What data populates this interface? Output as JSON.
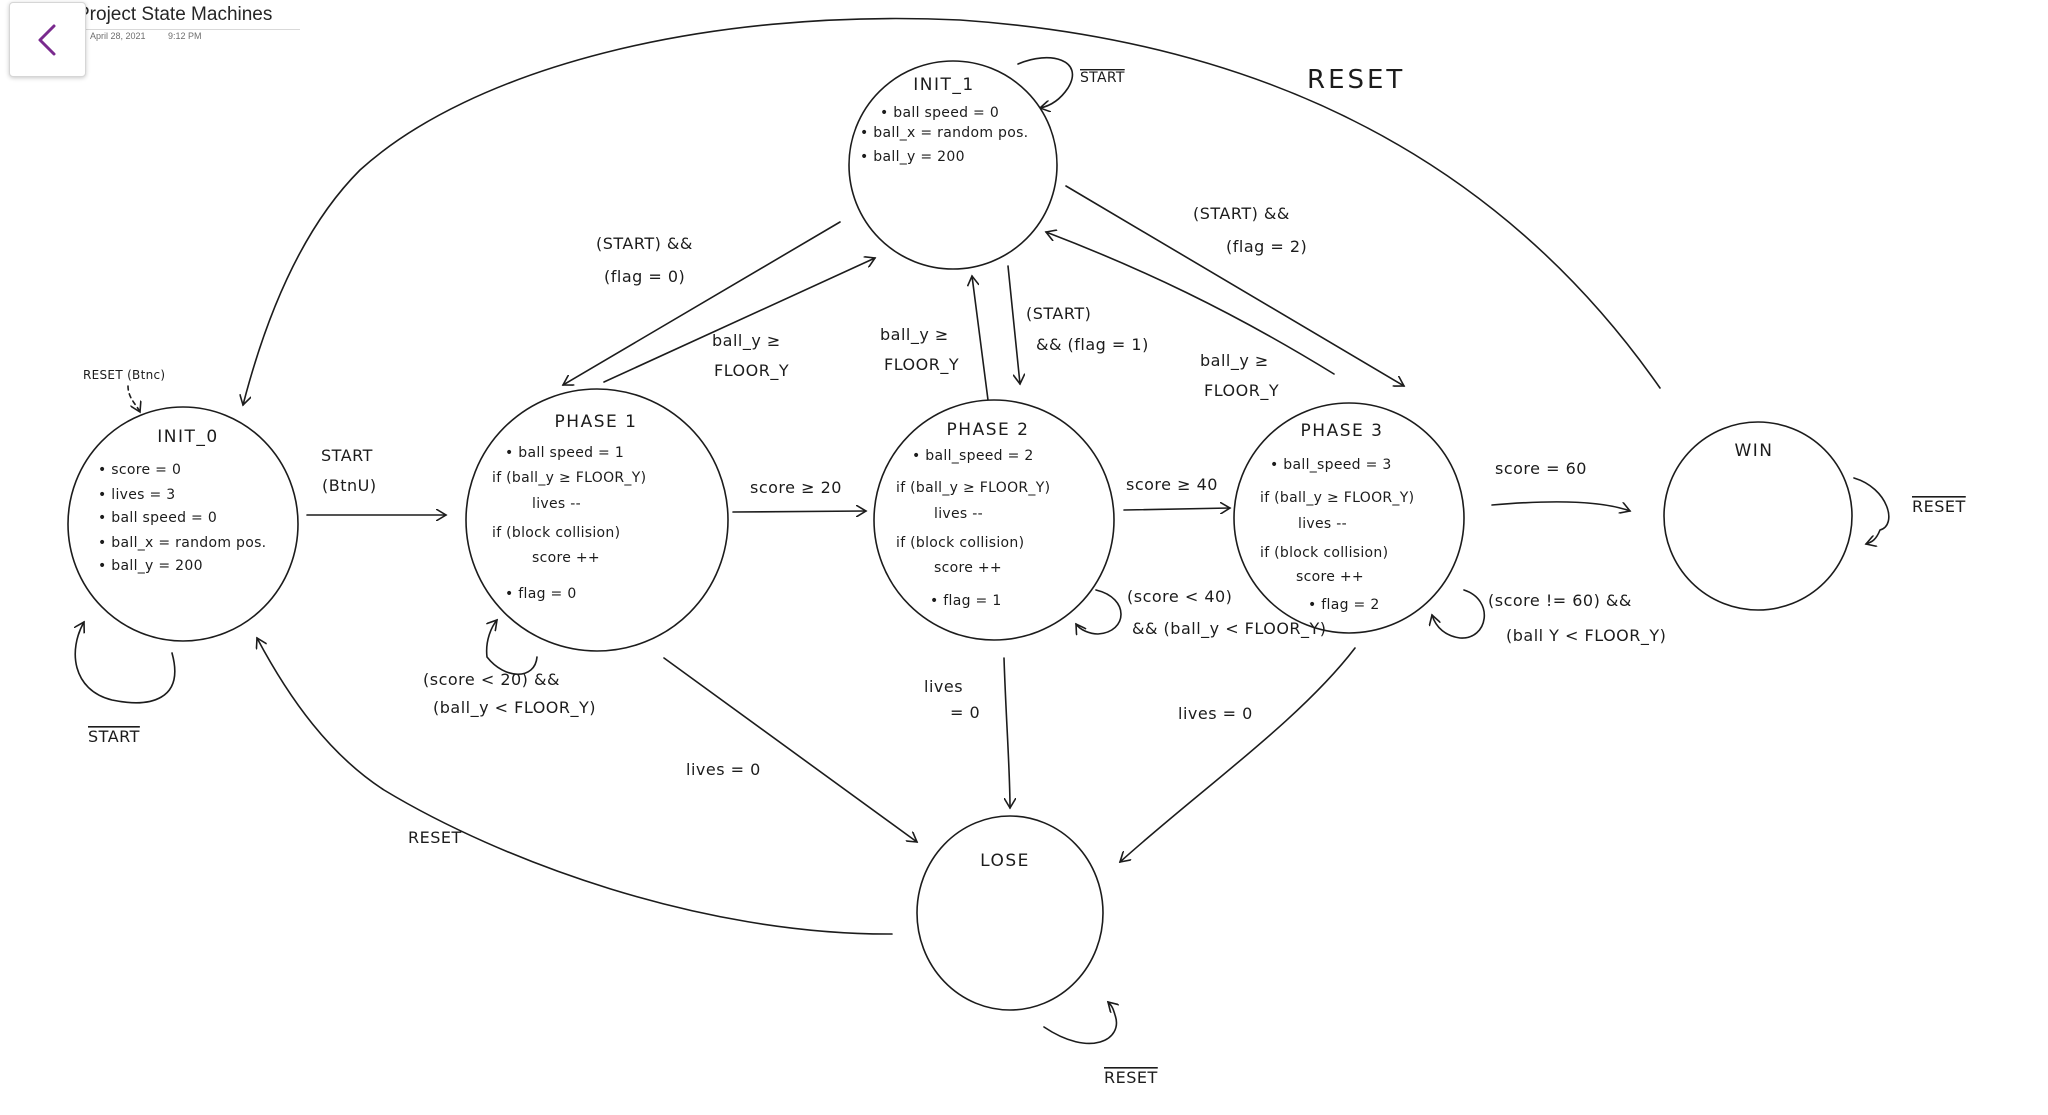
{
  "page": {
    "title": "Project State Machines",
    "date": "April 28, 2021",
    "time": "9:12 PM",
    "back_icon": "chevron-left-icon",
    "accent_color": "#7a2a8e"
  },
  "diagram": {
    "nodes": {
      "init_1": {
        "title": "INIT_1",
        "lines": [
          "• ball speed = 0",
          "• ball_x = random pos.",
          "• ball_y = 200"
        ]
      },
      "init_0": {
        "title": "INIT_0",
        "lines": [
          "• score = 0",
          "• lives = 3",
          "• ball speed = 0",
          "• ball_x = random pos.",
          "• ball_y = 200"
        ]
      },
      "phase_1": {
        "title": "PHASE 1",
        "lines": [
          "• ball speed = 1",
          "if (ball_y ≥ FLOOR_Y)",
          "lives --",
          "if (block collision)",
          "score ++",
          "• flag = 0"
        ]
      },
      "phase_2": {
        "title": "PHASE 2",
        "lines": [
          "• ball_speed = 2",
          "if (ball_y ≥ FLOOR_Y)",
          "lives --",
          "if (block collision)",
          "score ++",
          "• flag = 1"
        ]
      },
      "phase_3": {
        "title": "PHASE 3",
        "lines": [
          "• ball_speed = 3",
          "if (ball_y ≥ FLOOR_Y)",
          "lives --",
          "if (block collision)",
          "score ++",
          "• flag = 2"
        ]
      },
      "win": {
        "title": "WIN"
      },
      "lose": {
        "title": "LOSE"
      }
    },
    "edges": {
      "reset_btnc": "RESET (Btnc)",
      "start_btnu": [
        "START",
        "(BtnU)"
      ],
      "init0_self": "START",
      "init1_self": "START",
      "reset_top": "RESET",
      "init1_to_phase1": [
        "(START) &&",
        "(flag = 0)"
      ],
      "phase1_to_init1": [
        "ball_y ≥",
        "FLOOR_Y"
      ],
      "phase2_to_init1": [
        "ball_y ≥",
        "FLOOR_Y"
      ],
      "init1_to_phase2": [
        "(START)",
        "&& (flag = 1)"
      ],
      "init1_to_phase3": [
        "(START) &&",
        "(flag = 2)"
      ],
      "phase3_to_init1": [
        "ball_y ≥",
        "FLOOR_Y"
      ],
      "phase1_to_phase2": "score ≥ 20",
      "phase2_to_phase3": "score ≥ 40",
      "phase3_to_win": "score = 60",
      "win_self": "RESET",
      "phase1_self": [
        "(score < 20) &&",
        "(ball_y < FLOOR_Y)"
      ],
      "phase2_self": [
        "(score < 40)",
        "&& (ball_y < FLOOR_Y)"
      ],
      "phase3_self": [
        "(score != 60) &&",
        "(ball Y < FLOOR_Y)"
      ],
      "phase1_to_lose": "lives = 0",
      "phase2_to_lose": [
        "lives",
        "= 0"
      ],
      "phase3_to_lose": "lives = 0",
      "lose_to_init0": "RESET",
      "lose_self": "RESET"
    }
  }
}
